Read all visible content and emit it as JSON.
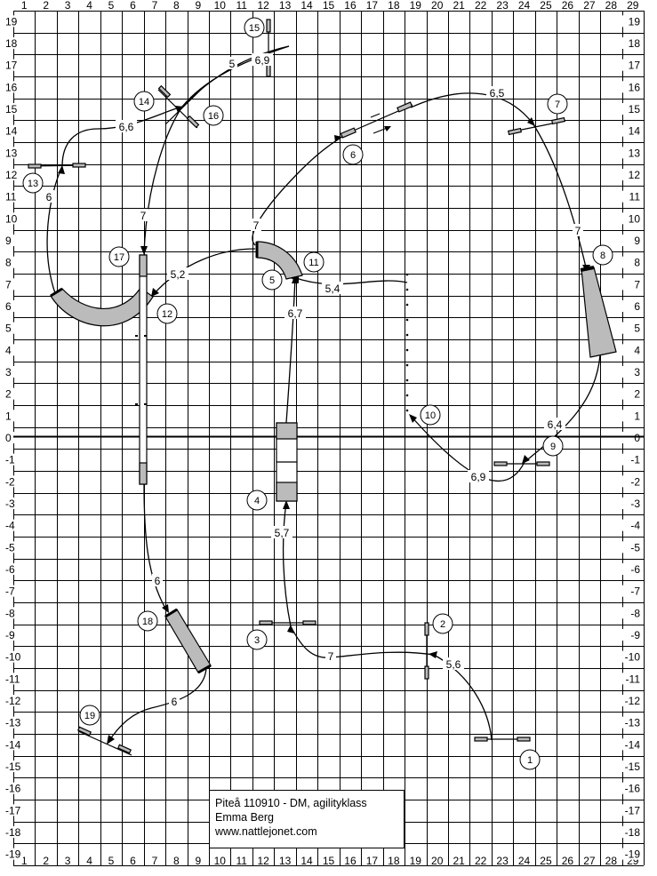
{
  "grid": {
    "col_labels": [
      "1",
      "2",
      "3",
      "4",
      "5",
      "6",
      "7",
      "8",
      "9",
      "10",
      "11",
      "12",
      "13",
      "14",
      "15",
      "16",
      "17",
      "18",
      "19",
      "20",
      "21",
      "22",
      "23",
      "24",
      "25",
      "26",
      "27",
      "28",
      "29"
    ],
    "row_labels": [
      "19",
      "18",
      "17",
      "16",
      "15",
      "14",
      "13",
      "12",
      "11",
      "10",
      "9",
      "8",
      "7",
      "6",
      "5",
      "4",
      "3",
      "2",
      "1",
      "0",
      "-1",
      "-2",
      "-3",
      "-4",
      "-5",
      "-6",
      "-7",
      "-8",
      "-9",
      "-10",
      "-11",
      "-12",
      "-13",
      "-14",
      "-15",
      "-16",
      "-17",
      "-18",
      "-19"
    ]
  },
  "obstacle_numbers": [
    "1",
    "2",
    "3",
    "4",
    "5",
    "6",
    "7",
    "8",
    "9",
    "10",
    "11",
    "12",
    "13",
    "14",
    "15",
    "16",
    "17",
    "18",
    "19"
  ],
  "distances": [
    "5,6",
    "7",
    "5,7",
    "6,7",
    "5,4",
    "7",
    "6,5",
    "7",
    "6,4",
    "6,9",
    "5,2",
    "6",
    "6,6",
    "5",
    "6,9",
    "7",
    "6",
    "6"
  ],
  "info": {
    "line1": "Piteå 110910 - DM, agilityklass",
    "line2": "Emma Berg",
    "line3": "www.nattlejonet.com"
  },
  "colors": {
    "line": "#000000",
    "fill": "#bbbbbb",
    "grid": "#000000"
  }
}
